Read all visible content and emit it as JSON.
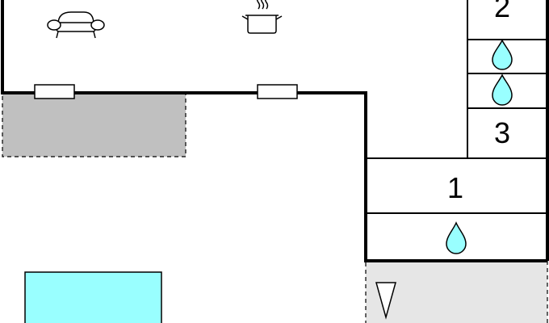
{
  "floorplan": {
    "room_numbers": {
      "top_right": "2",
      "right_middle": "3",
      "lower_right": "1"
    },
    "icons": {
      "sofa": "sofa-icon",
      "kitchen": "cooking-pot-icon",
      "bathroom": "water-drop-icon",
      "entrance": "triangle-entrance-icon"
    },
    "colors": {
      "walls": "#000000",
      "terrace": "#c0c0c0",
      "porch": "#e6e6e6",
      "pool": "#99ffff",
      "water_drop": "#99ffff"
    }
  }
}
